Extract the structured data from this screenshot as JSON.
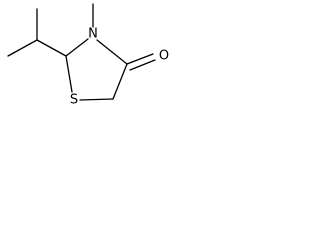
{
  "structure": {
    "atoms": {
      "sulfur": "S",
      "nitrogen": "N",
      "oxygen": "O"
    }
  }
}
